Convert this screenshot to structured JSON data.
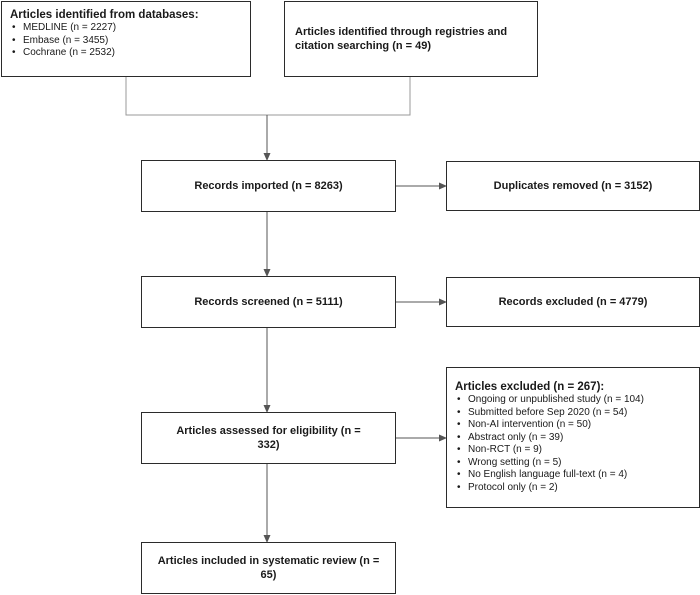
{
  "sources": {
    "databases": {
      "title": "Articles identified from databases:",
      "items": [
        "MEDLINE (n = 2227)",
        "Embase (n = 3455)",
        "Cochrane (n = 2532)"
      ]
    },
    "registries": "Articles identified through registries and citation searching (n = 49)"
  },
  "imported": "Records imported (n = 8263)",
  "duplicates": "Duplicates removed (n = 3152)",
  "screened": "Records screened (n = 5111)",
  "records_excluded": "Records excluded (n = 4779)",
  "eligibility": "Articles assessed for eligibility (n = 332)",
  "articles_excluded": {
    "title": "Articles excluded (n = 267):",
    "items": [
      "Ongoing or unpublished study (n = 104)",
      "Submitted before Sep 2020 (n = 54)",
      "Non-AI intervention (n = 50)",
      "Abstract only (n = 39)",
      "Non-RCT (n = 9)",
      "Wrong setting (n = 5)",
      "No English language full-text (n = 4)",
      "Protocol only (n = 2)"
    ]
  },
  "included": "Articles included in systematic review (n = 65)"
}
